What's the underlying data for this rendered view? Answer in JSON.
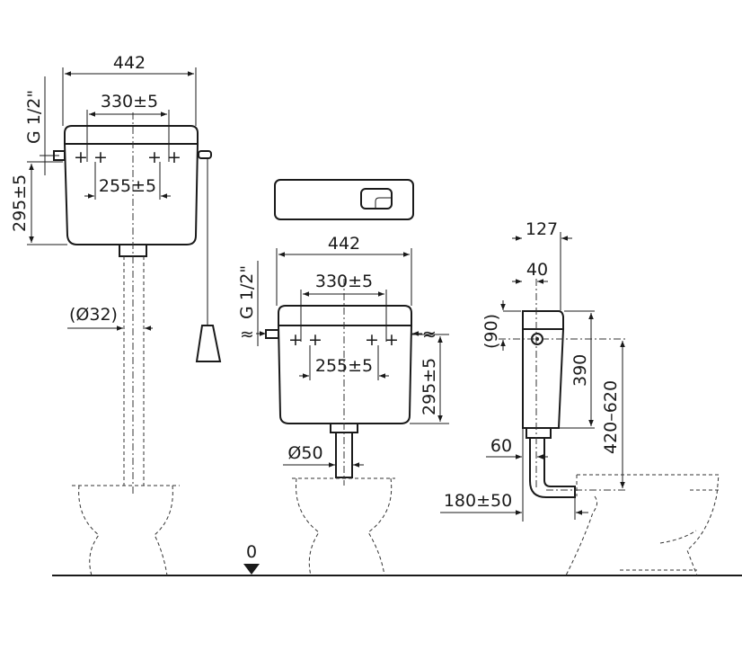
{
  "high_level_cistern": {
    "width": "442",
    "fixing_spacing": "330±5",
    "inner_fixing_spacing": "255±5",
    "inlet_thread": "G 1/2\"",
    "fixing_height": "295±5",
    "pipe_diameter": "(Ø32)"
  },
  "low_level_cistern": {
    "width": "442",
    "fixing_spacing": "330±5",
    "inner_fixing_spacing": "255±5",
    "inlet_thread": "G 1/2\"",
    "fixing_height": "295±5",
    "pipe_diameter": "Ø50"
  },
  "side_view": {
    "depth": "127",
    "inlet_offset": "40",
    "inlet_height": "(90)",
    "cistern_height": "390",
    "mount_height_range": "420–620",
    "pipe_offset": "60",
    "bowl_distance": "180±50"
  },
  "floor_level": "0"
}
